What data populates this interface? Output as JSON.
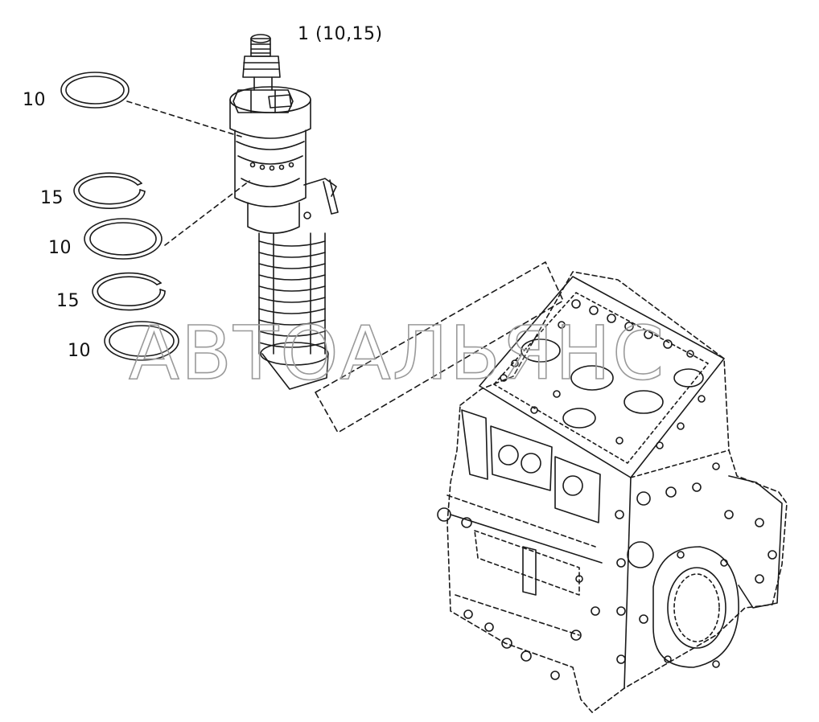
{
  "callouts": {
    "injector": "1 (10,15)",
    "ring_top": "10",
    "ring_2": "15",
    "ring_3": "10",
    "ring_4": "15",
    "ring_5": "10"
  },
  "watermark": "АВТОАЛЬЯНС",
  "colors": {
    "line": "#1a1a1a",
    "watermark_stroke": "#9a9a9a",
    "background": "#ffffff"
  }
}
